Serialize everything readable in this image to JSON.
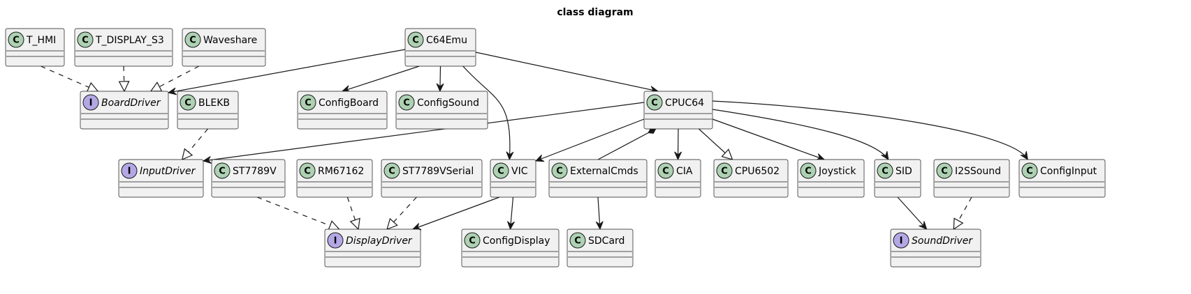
{
  "diagram": {
    "title": "class diagram",
    "classes": [
      {
        "id": "T_HMI",
        "name": "T_HMI",
        "kind": "class"
      },
      {
        "id": "T_DISPLAY_S3",
        "name": "T_DISPLAY_S3",
        "kind": "class"
      },
      {
        "id": "Waveshare",
        "name": "Waveshare",
        "kind": "class"
      },
      {
        "id": "C64Emu",
        "name": "C64Emu",
        "kind": "class"
      },
      {
        "id": "BoardDriver",
        "name": "BoardDriver",
        "kind": "interface"
      },
      {
        "id": "BLEKB",
        "name": "BLEKB",
        "kind": "class"
      },
      {
        "id": "ConfigBoard",
        "name": "ConfigBoard",
        "kind": "class"
      },
      {
        "id": "ConfigSound",
        "name": "ConfigSound",
        "kind": "class"
      },
      {
        "id": "CPUC64",
        "name": "CPUC64",
        "kind": "class"
      },
      {
        "id": "InputDriver",
        "name": "InputDriver",
        "kind": "interface"
      },
      {
        "id": "ST7789V",
        "name": "ST7789V",
        "kind": "class"
      },
      {
        "id": "RM67162",
        "name": "RM67162",
        "kind": "class"
      },
      {
        "id": "ST7789VSerial",
        "name": "ST7789VSerial",
        "kind": "class"
      },
      {
        "id": "VIC",
        "name": "VIC",
        "kind": "class"
      },
      {
        "id": "ExternalCmds",
        "name": "ExternalCmds",
        "kind": "class"
      },
      {
        "id": "CIA",
        "name": "CIA",
        "kind": "class"
      },
      {
        "id": "CPU6502",
        "name": "CPU6502",
        "kind": "class"
      },
      {
        "id": "Joystick",
        "name": "Joystick",
        "kind": "class"
      },
      {
        "id": "SID",
        "name": "SID",
        "kind": "class"
      },
      {
        "id": "I2SSound",
        "name": "I2SSound",
        "kind": "class"
      },
      {
        "id": "ConfigInput",
        "name": "ConfigInput",
        "kind": "class"
      },
      {
        "id": "DisplayDriver",
        "name": "DisplayDriver",
        "kind": "interface"
      },
      {
        "id": "ConfigDisplay",
        "name": "ConfigDisplay",
        "kind": "class"
      },
      {
        "id": "SDCard",
        "name": "SDCard",
        "kind": "class"
      },
      {
        "id": "SoundDriver",
        "name": "SoundDriver",
        "kind": "interface"
      }
    ],
    "relations": [
      {
        "from": "T_HMI",
        "to": "BoardDriver",
        "type": "realization"
      },
      {
        "from": "T_DISPLAY_S3",
        "to": "BoardDriver",
        "type": "realization"
      },
      {
        "from": "Waveshare",
        "to": "BoardDriver",
        "type": "realization"
      },
      {
        "from": "C64Emu",
        "to": "BoardDriver",
        "type": "association"
      },
      {
        "from": "C64Emu",
        "to": "ConfigBoard",
        "type": "association"
      },
      {
        "from": "C64Emu",
        "to": "ConfigSound",
        "type": "association"
      },
      {
        "from": "C64Emu",
        "to": "VIC",
        "type": "association"
      },
      {
        "from": "C64Emu",
        "to": "CPUC64",
        "type": "association"
      },
      {
        "from": "BLEKB",
        "to": "InputDriver",
        "type": "realization"
      },
      {
        "from": "CPUC64",
        "to": "InputDriver",
        "type": "association"
      },
      {
        "from": "CPUC64",
        "to": "VIC",
        "type": "association"
      },
      {
        "from": "ExternalCmds",
        "to": "CPUC64",
        "type": "composition"
      },
      {
        "from": "CPUC64",
        "to": "CIA",
        "type": "association"
      },
      {
        "from": "CPUC64",
        "to": "CPU6502",
        "type": "generalization"
      },
      {
        "from": "CPUC64",
        "to": "Joystick",
        "type": "association"
      },
      {
        "from": "CPUC64",
        "to": "SID",
        "type": "association"
      },
      {
        "from": "CPUC64",
        "to": "ConfigInput",
        "type": "association"
      },
      {
        "from": "ST7789V",
        "to": "DisplayDriver",
        "type": "realization"
      },
      {
        "from": "RM67162",
        "to": "DisplayDriver",
        "type": "realization"
      },
      {
        "from": "ST7789VSerial",
        "to": "DisplayDriver",
        "type": "realization"
      },
      {
        "from": "VIC",
        "to": "DisplayDriver",
        "type": "association"
      },
      {
        "from": "VIC",
        "to": "ConfigDisplay",
        "type": "association"
      },
      {
        "from": "ExternalCmds",
        "to": "SDCard",
        "type": "association"
      },
      {
        "from": "SID",
        "to": "SoundDriver",
        "type": "association"
      },
      {
        "from": "I2SSound",
        "to": "SoundDriver",
        "type": "realization"
      }
    ]
  },
  "colors": {
    "class_circle": "#ADD1B2",
    "interface_circle": "#B4A7E5",
    "box_fill": "#F1F1F1",
    "line": "#181818"
  }
}
